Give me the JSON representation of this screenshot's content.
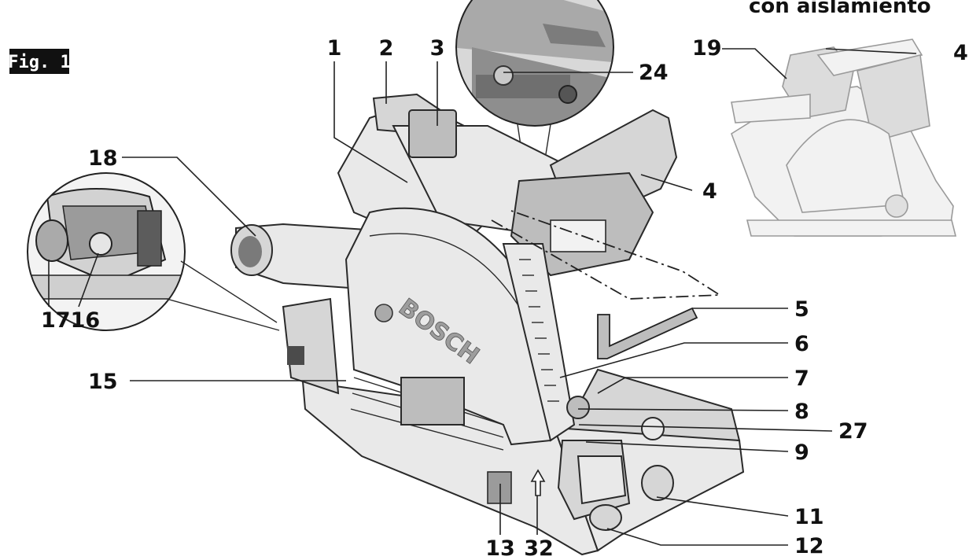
{
  "header_text": "con aislamiento",
  "figure_tag": "Fig. 1",
  "brand_mark": "BOSCH",
  "labels": {
    "l1": "1",
    "l2": "2",
    "l3": "3",
    "l4": "4",
    "l4b": "4",
    "l5": "5",
    "l6": "6",
    "l7": "7",
    "l8": "8",
    "l9": "9",
    "l11": "11",
    "l12": "12",
    "l13": "13",
    "l15": "15",
    "l18": "18",
    "l19": "19",
    "l24": "24",
    "l27": "27",
    "l32": "32",
    "l1716": "1716"
  }
}
